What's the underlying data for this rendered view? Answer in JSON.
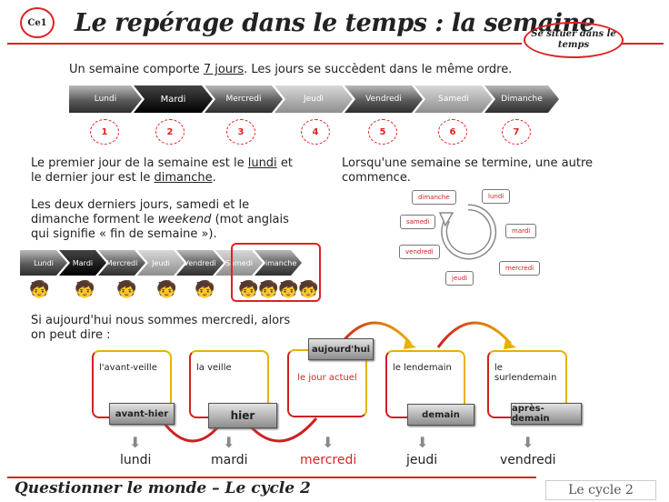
{
  "header": {
    "level_badge": "Ce1",
    "title": "Le repérage dans le temps : la semaine",
    "badge": "Se situer dans le temps"
  },
  "intro": {
    "before": "Un semaine comporte ",
    "emph": "7 jours",
    "after": ". Les jours se succèdent dans le même ordre."
  },
  "days": [
    "Lundi",
    "Mardi",
    "Mercredi",
    "Jeudi",
    "Vendredi",
    "Samedi",
    "Dimanche"
  ],
  "numbers": [
    "1",
    "2",
    "3",
    "4",
    "5",
    "6",
    "7"
  ],
  "first_last": {
    "p1": "Le premier jour de la semaine est le ",
    "lundi": "lundi",
    "p2": " et le dernier jour est le ",
    "dimanche": "dimanche",
    "p3": "."
  },
  "weekend": {
    "p1": "Les deux derniers jours, samedi et le dimanche forment le ",
    "word": "weekend",
    "p2": " (mot anglais qui signifie « fin de semaine »)."
  },
  "weekend_strip": [
    "Lundi",
    "Mardi",
    "Mercredi",
    "Jeudi",
    "Vendredi",
    "Samedi",
    "Dimanche"
  ],
  "cycle": {
    "text": "Lorsqu'une semaine se termine, une autre commence.",
    "days": [
      "dimanche",
      "lundi",
      "samedi",
      "mardi",
      "vendredi",
      "mercredi",
      "jeudi"
    ]
  },
  "relative": {
    "intro": "Si aujourd'hui nous sommes mercredi, alors on peut dire :",
    "boxes": [
      {
        "text": "l'avant-veille",
        "label": "avant-hier",
        "day": "lundi"
      },
      {
        "text": "la veille",
        "label": "hier",
        "day": "mardi"
      },
      {
        "text": "le jour actuel",
        "label": "aujourd'hui",
        "day": "mercredi"
      },
      {
        "text": "le lendemain",
        "label": "demain",
        "day": "jeudi"
      },
      {
        "text": "le surlendemain",
        "label": "après-demain",
        "day": "vendredi"
      }
    ]
  },
  "footer": {
    "text": "Questionner le monde – Le cycle 2",
    "logo": "Le cycle 2"
  },
  "colors": {
    "accent": "#d22222",
    "gold": "#e8b100"
  }
}
